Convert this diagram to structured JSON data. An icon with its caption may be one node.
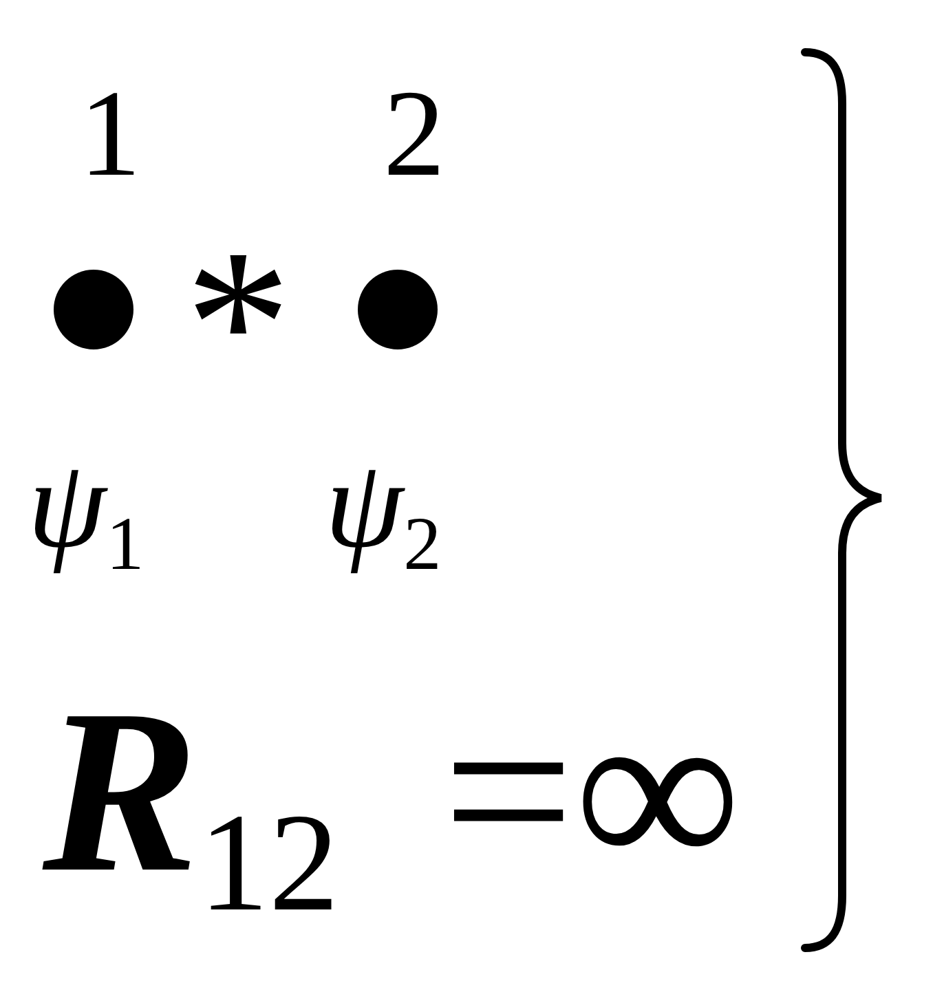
{
  "diagram": {
    "nodes": [
      {
        "text": [],
        "shape": "circle",
        "beside": [
          "1",
          "*ψ*$_{1}$"
        ]
      },
      {
        "text": [],
        "shape": "circle",
        "beside": [
          "2",
          "*ψ*$_{2}$"
        ]
      }
    ],
    "labels": [
      "*",
      "*R*$_{12}$ =∞"
    ]
  }
}
